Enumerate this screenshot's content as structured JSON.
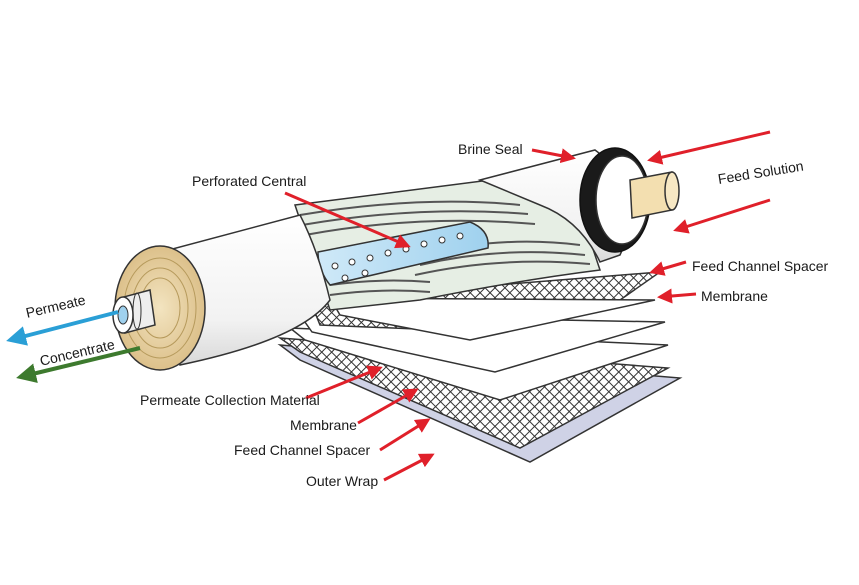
{
  "labels": {
    "brine_seal": "Brine Seal",
    "perforated_central": "Perforated Central",
    "feed_solution": "Feed Solution",
    "feed_channel_spacer_right": "Feed Channel Spacer",
    "membrane_right": "Membrane",
    "permeate": "Permeate",
    "concentrate": "Concentrate",
    "permeate_collection_material": "Permeate Collection Material",
    "membrane_left": "Membrane",
    "feed_channel_spacer_left": "Feed Channel Spacer",
    "outer_wrap": "Outer Wrap"
  },
  "colors": {
    "pointer_arrow": "#e0202a",
    "permeate_arrow": "#2a9fd6",
    "concentrate_arrow": "#3d7a2e",
    "foam_core": "#e8d2a0",
    "housing": "#ffffff",
    "seal": "#1a1a1a"
  },
  "icons": {
    "pointer": "red-arrow-icon",
    "flow": "flow-arrow-icon"
  }
}
